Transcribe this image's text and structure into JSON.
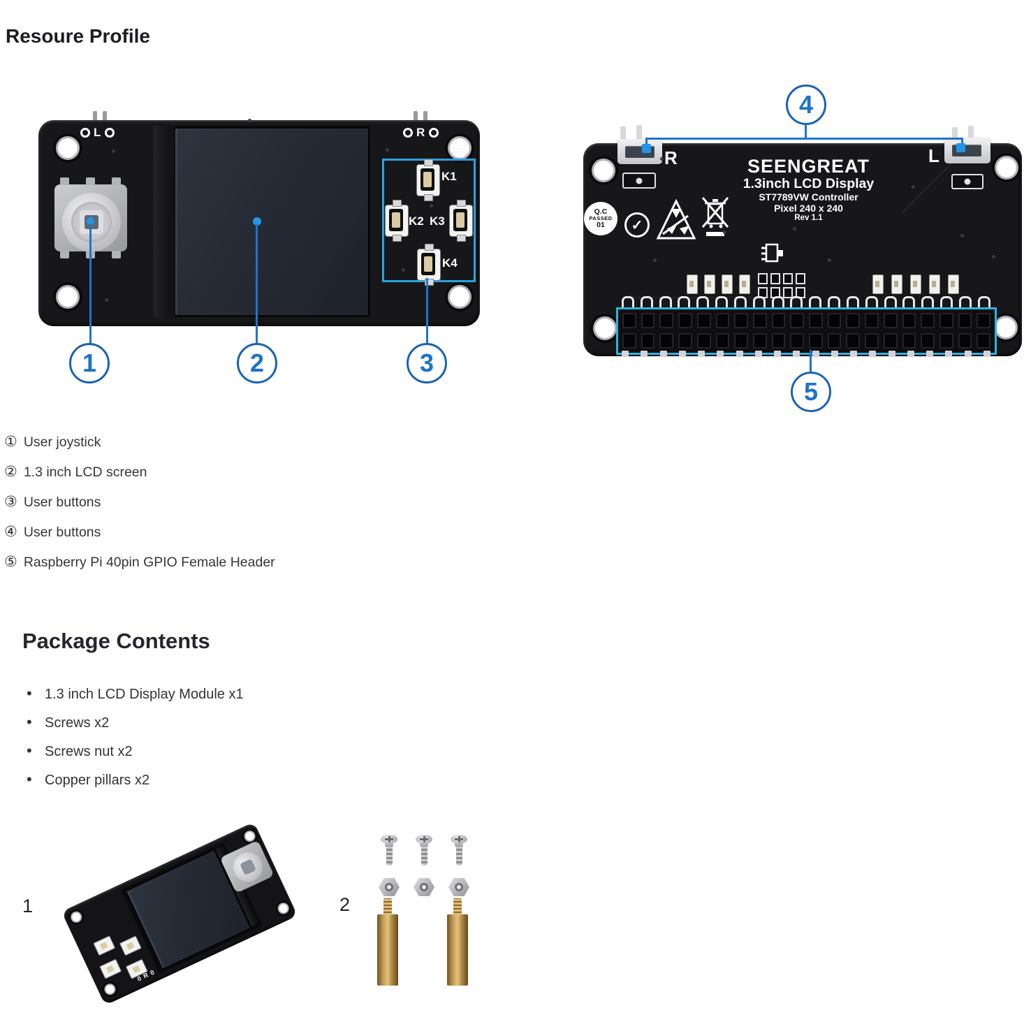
{
  "title": "Resoure Profile",
  "legend": [
    {
      "num": "①",
      "label": "User joystick"
    },
    {
      "num": "②",
      "label": "1.3 inch LCD screen"
    },
    {
      "num": "③",
      "label": "User buttons"
    },
    {
      "num": "④",
      "label": "User buttons"
    },
    {
      "num": "⑤",
      "label": "Raspberry Pi 40pin GPIO Female Header"
    }
  ],
  "front_board": {
    "silk_left_letter": "L",
    "silk_right_letter": "R",
    "button_labels": [
      "K1",
      "K2",
      "K3",
      "K4"
    ],
    "callout_1": "1",
    "callout_2": "2",
    "callout_3": "3"
  },
  "back_board": {
    "switch_right": "R",
    "switch_left": "L",
    "brand": "SEENGREAT",
    "product_line": "1.3inch LCD Display",
    "controller_line": "ST7789VW  Controller",
    "pixel_line": "Pixel 240 x 240",
    "rev_line": "Rev 1.1",
    "qc_line1": "Q.C",
    "qc_line2": "PASSED",
    "qc_line3": "01",
    "rohs_check": "✓",
    "callout_4": "4",
    "callout_5": "5"
  },
  "package": {
    "title": "Package Contents",
    "items": [
      "1.3 inch LCD Display Module x1",
      "Screws x2",
      "Screws nut x2",
      "Copper pillars x2"
    ],
    "fig1_label": "1",
    "fig2_label": "2"
  },
  "module_photo": {
    "silk": "0 R 0"
  },
  "accent_colors": {
    "callout_blue": "#1e74c8",
    "callout_border_blue": "#1a63b4",
    "button_box_blue": "#2aa2de",
    "header_box_blue": "#2db4e2",
    "marker_blue": "#2196e8"
  }
}
